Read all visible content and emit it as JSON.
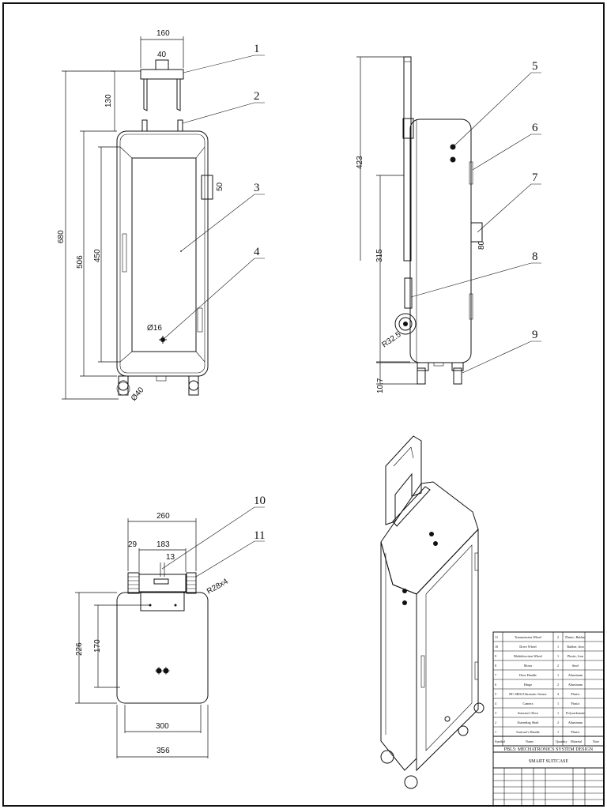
{
  "views": {
    "front": {
      "dims": [
        "160",
        "40",
        "130",
        "680",
        "506",
        "450",
        "50",
        "Ø16",
        "Ø40"
      ]
    },
    "side": {
      "dims": [
        "423",
        "315",
        "80",
        "R32.5",
        "10.7"
      ]
    },
    "top": {
      "dims": [
        "260",
        "29",
        "183",
        "13",
        "R28x4",
        "226",
        "170",
        "300",
        "356"
      ]
    }
  },
  "callouts": [
    "1",
    "2",
    "3",
    "4",
    "5",
    "6",
    "7",
    "8",
    "9",
    "10",
    "11"
  ],
  "bom": {
    "rows": [
      {
        "symbol": "11",
        "name": "Transmission Wheel",
        "qty": "2",
        "material": "Plastic, Rubber",
        "note": ""
      },
      {
        "symbol": "10",
        "name": "Drive Wheel",
        "qty": "1",
        "material": "Rubber, Iron",
        "note": ""
      },
      {
        "symbol": "9",
        "name": "Multidirection Wheel",
        "qty": "1",
        "material": "Plastic, Iron",
        "note": ""
      },
      {
        "symbol": "8",
        "name": "Motor",
        "qty": "2",
        "material": "Steel",
        "note": ""
      },
      {
        "symbol": "7",
        "name": "Door Handle",
        "qty": "1",
        "material": "Aluminum",
        "note": ""
      },
      {
        "symbol": "6",
        "name": "Hinge",
        "qty": "2",
        "material": "Aluminum",
        "note": ""
      },
      {
        "symbol": "5",
        "name": "HC-SR04 Ultrasonic Sensor",
        "qty": "4",
        "material": "Plastic",
        "note": ""
      },
      {
        "symbol": "4",
        "name": "Camera",
        "qty": "1",
        "material": "Plastic",
        "note": ""
      },
      {
        "symbol": "3",
        "name": "Suitcase's Door",
        "qty": "1",
        "material": "Polycarbonate",
        "note": ""
      },
      {
        "symbol": "2",
        "name": "Extending Shaft",
        "qty": "2",
        "material": "Aluminum",
        "note": ""
      },
      {
        "symbol": "1",
        "name": "Suitcase's Handle",
        "qty": "1",
        "material": "Plastic",
        "note": ""
      }
    ],
    "header": {
      "symbol": "Symbol",
      "name": "Name",
      "qty": "Quantity",
      "material": "Material",
      "note": "Note"
    },
    "title1": "PBL5: MECHATRONICS SYSTEM DESIGN",
    "title2": "SMART SUITCASE"
  }
}
